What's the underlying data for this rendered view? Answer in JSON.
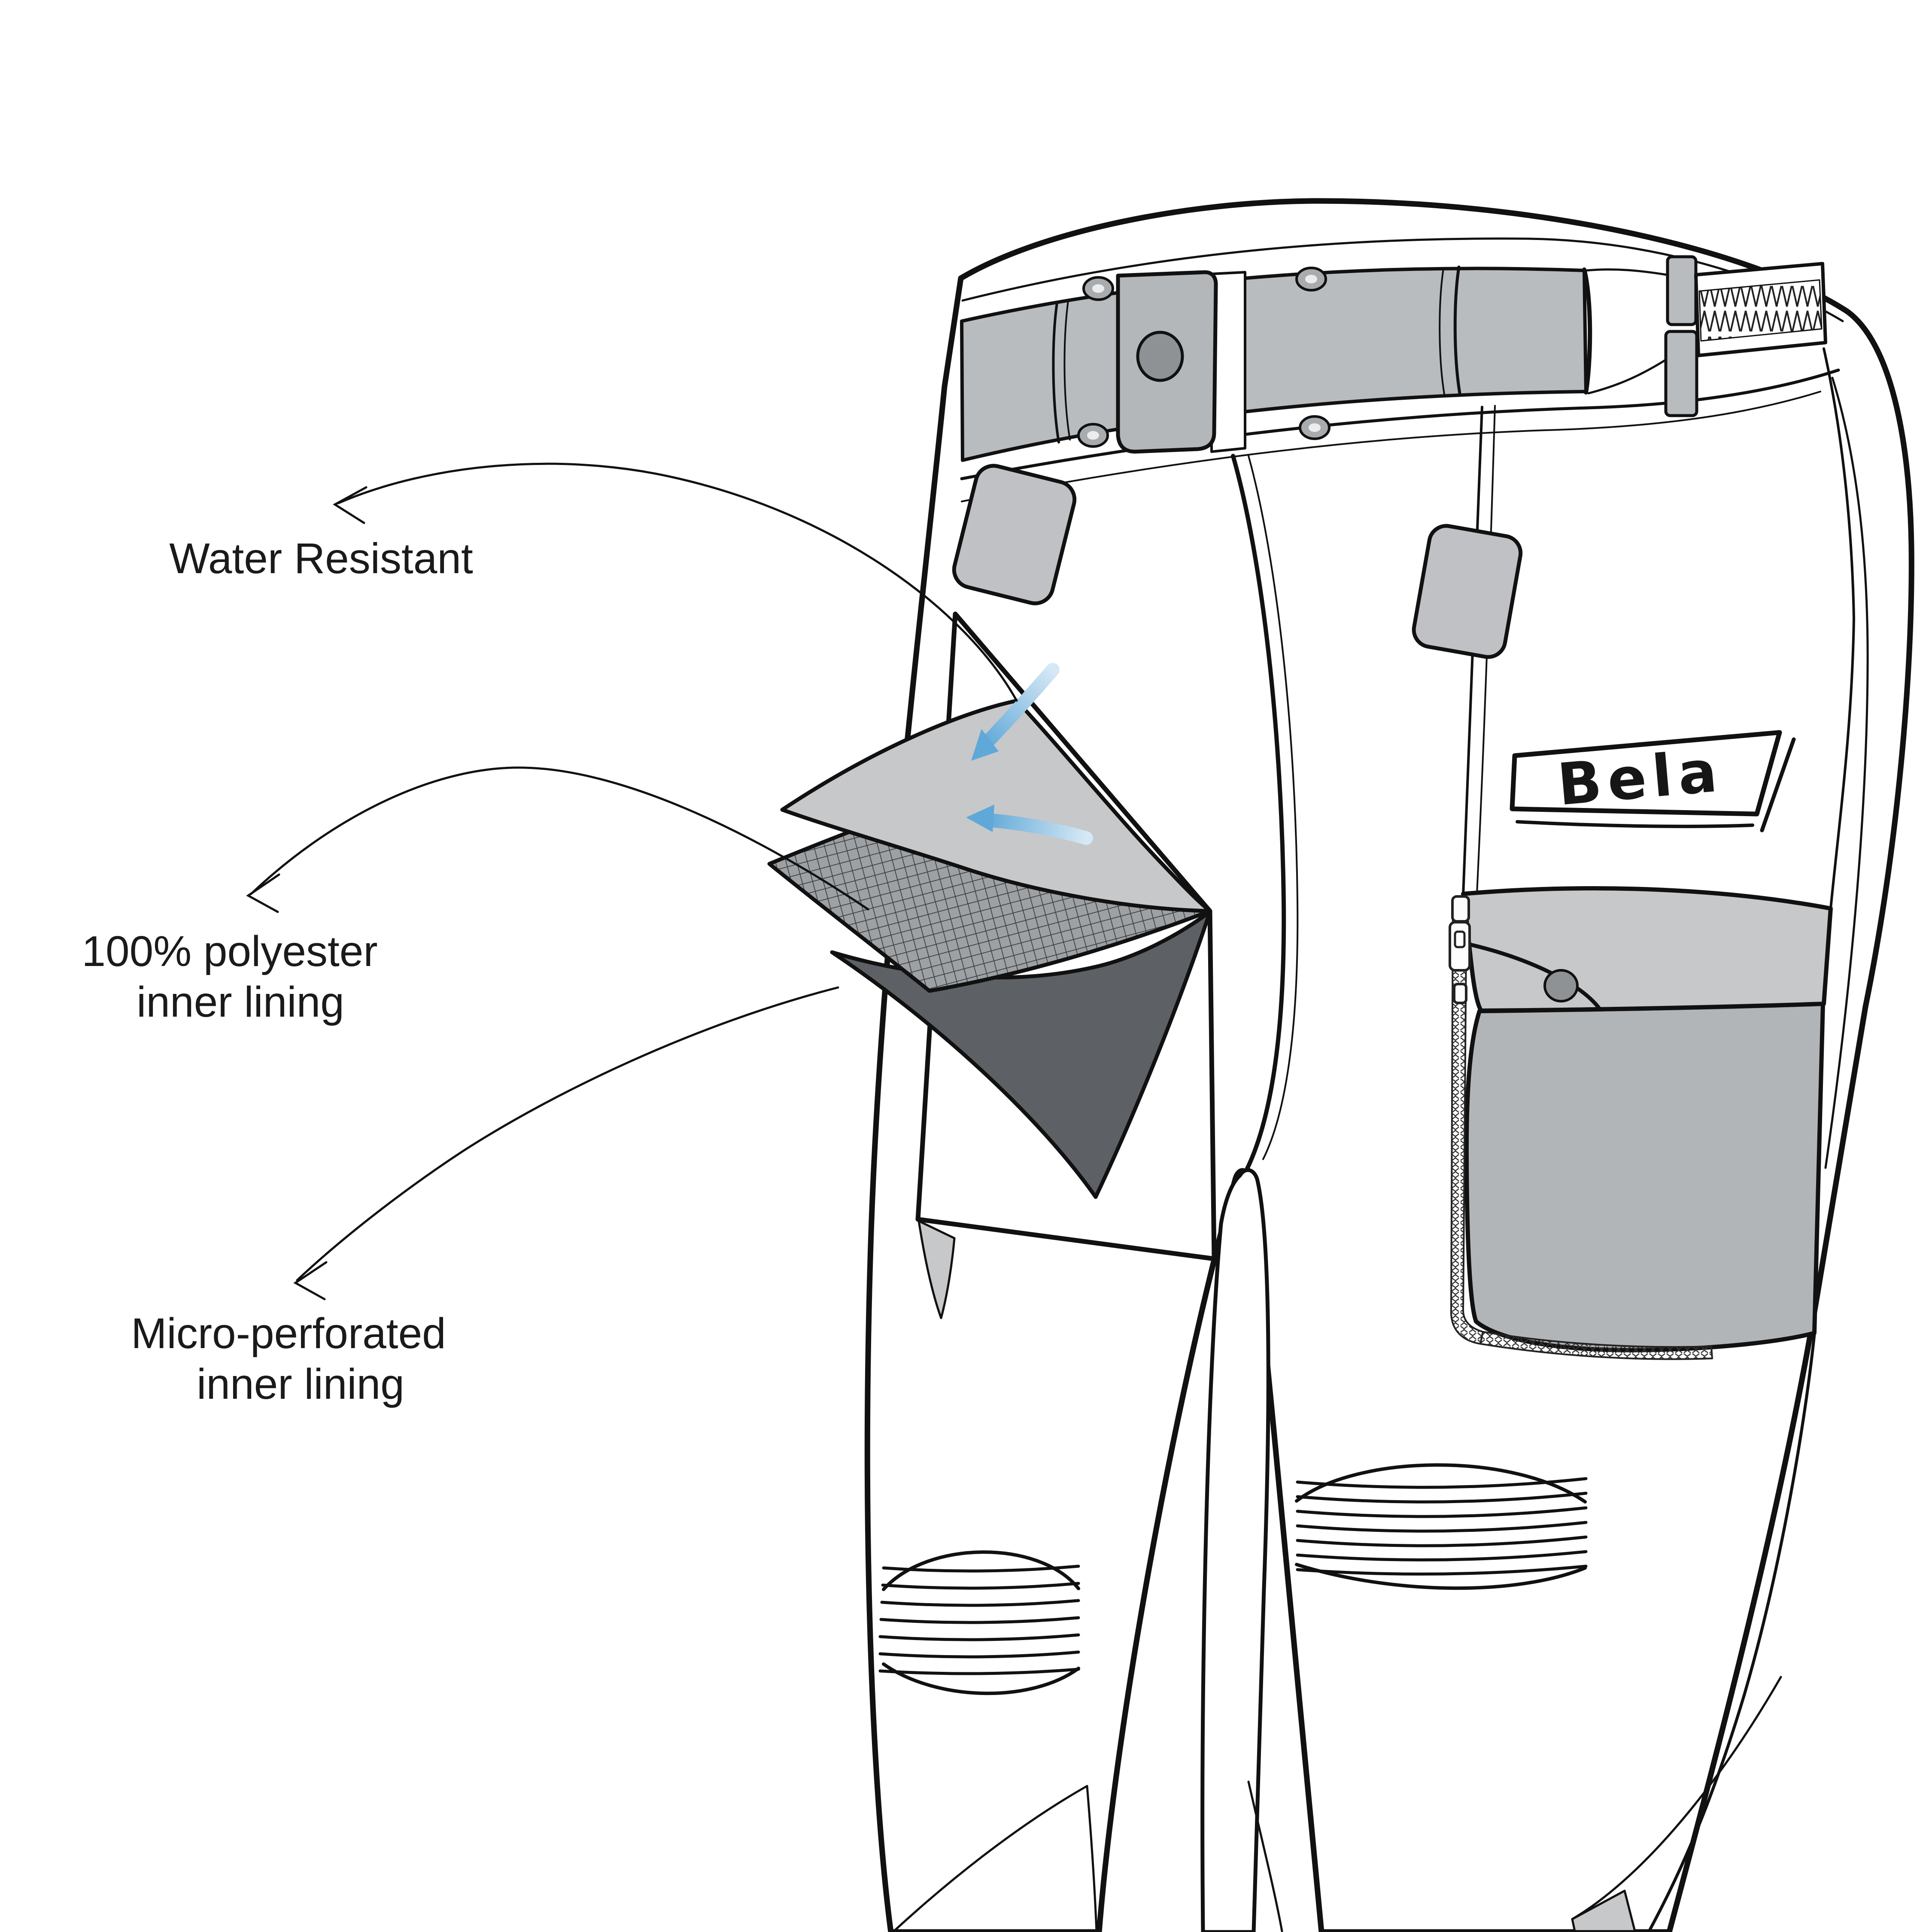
{
  "page": {
    "background": "#ffffff"
  },
  "callouts": {
    "water_resistant": {
      "text": "Water Resistant"
    },
    "polyester": {
      "line1": "100% polyester",
      "line2": "inner lining"
    },
    "micro_perforated": {
      "line1": "Micro-perforated",
      "line2": "inner lining"
    }
  },
  "brand": {
    "logo_text": "Bela"
  },
  "illustration": {
    "subject": "motorcycle riding pants, front technical line sketch",
    "fabric_layers": [
      {
        "name": "water-resistant outer shell",
        "color": "#c6c8ca"
      },
      {
        "name": "100% polyester inner lining mesh",
        "color": "#9ea1a4"
      },
      {
        "name": "micro-perforated inner lining",
        "color": "#5d6165"
      }
    ],
    "colors": {
      "outline": "#111111",
      "belt_gray": "#b9bcbf",
      "flap_gray": "#c6c8ca",
      "pocket_gray": "#b2b5b8",
      "button_gray": "#8f9295",
      "airflow_blue": "#5fa8d8",
      "text": "#1a1a1a"
    }
  }
}
